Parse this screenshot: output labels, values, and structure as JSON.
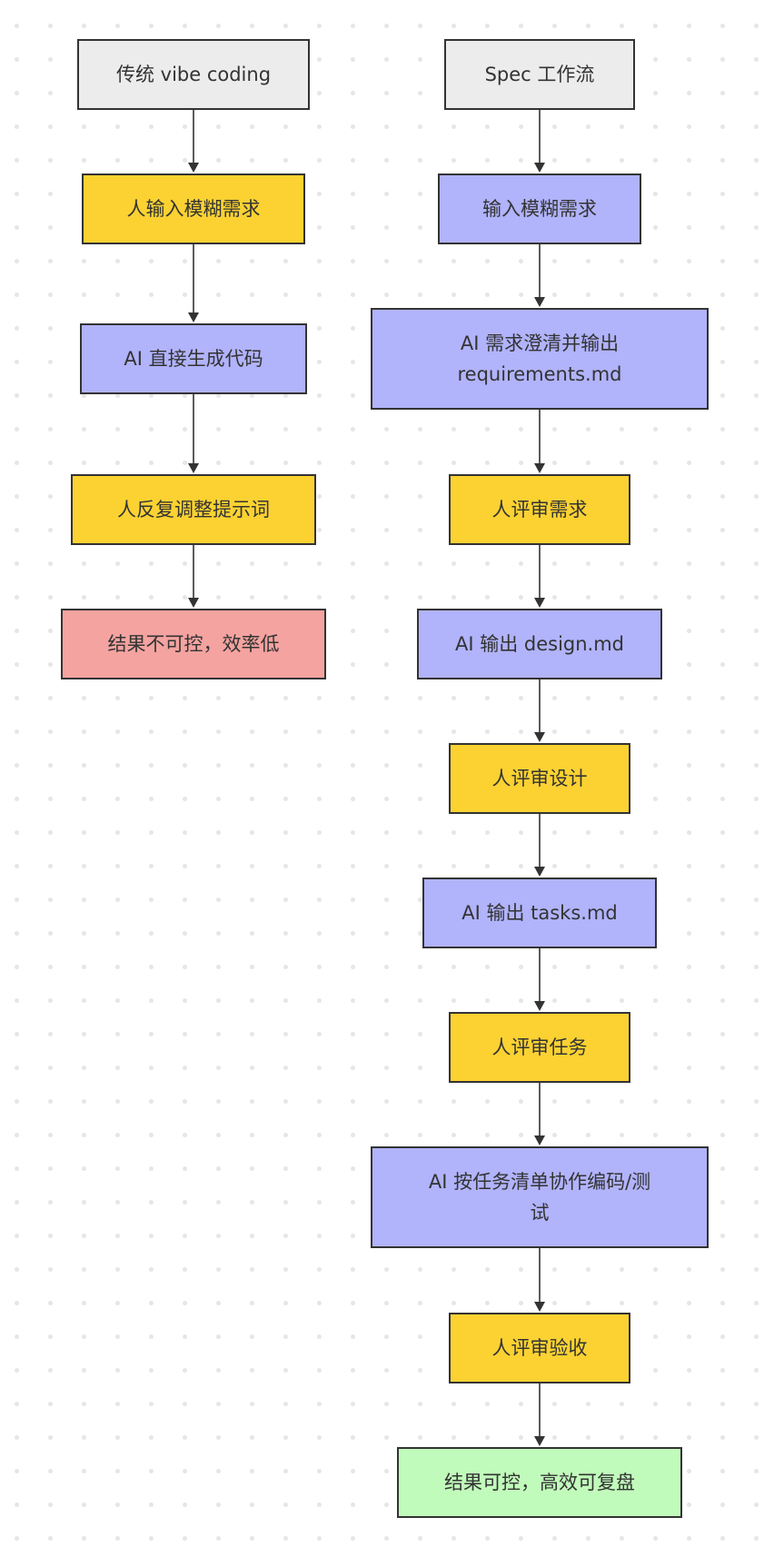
{
  "colors": {
    "start": "#ececec",
    "human": "#fbd232",
    "ai": "#b1b3fb",
    "bad_result": "#f4a3a0",
    "good_result": "#c1fbbb",
    "border": "#333333",
    "arrow": "#333333"
  },
  "left_flow": {
    "start": "传统 vibe coding",
    "step1": "人输入模糊需求",
    "step2": "AI 直接生成代码",
    "step3": "人反复调整提示词",
    "result": "结果不可控，效率低"
  },
  "right_flow": {
    "start": "Spec 工作流",
    "step1": "输入模糊需求",
    "step2_line1": "AI 需求澄清并输出",
    "step2_line2": "requirements.md",
    "step3": "人评审需求",
    "step4": "AI 输出 design.md",
    "step5": "人评审设计",
    "step6": "AI 输出 tasks.md",
    "step7": "人评审任务",
    "step8_line1": "AI 按任务清单协作编码/测",
    "step8_line2": "试",
    "step9": "人评审验收",
    "result": "结果可控，高效可复盘"
  }
}
